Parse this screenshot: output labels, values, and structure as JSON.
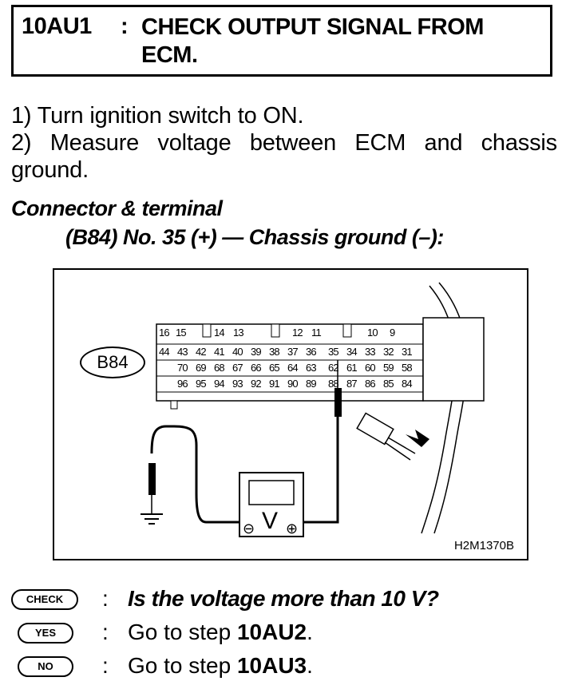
{
  "header": {
    "step_id": "10AU1",
    "colon": ":",
    "title": "CHECK OUTPUT SIGNAL FROM ECM."
  },
  "instructions": {
    "line1": "1) Turn ignition switch to ON.",
    "line2_words": [
      "2)",
      "Measure",
      "voltage",
      "between",
      "ECM",
      "and",
      "chassis"
    ],
    "line2_continuation": "ground."
  },
  "connector": {
    "heading": "Connector & terminal",
    "detail": "(B84) No. 35 (+) — Chassis ground (–):"
  },
  "figure": {
    "connector_label": "B84",
    "figure_code": "H2M1370B",
    "meter_symbol": "V",
    "neg_symbol": "⊖",
    "pos_symbol": "⊕",
    "pins_row1": [
      "16",
      "15",
      "14",
      "13",
      "12",
      "11",
      "10",
      "9"
    ],
    "pins_row2": [
      "44",
      "43",
      "42",
      "41",
      "40",
      "39",
      "38",
      "37",
      "36",
      "35",
      "34",
      "33",
      "32",
      "31"
    ],
    "pins_row3": [
      "70",
      "69",
      "68",
      "67",
      "66",
      "65",
      "64",
      "63",
      "62",
      "61",
      "60",
      "59",
      "58"
    ],
    "pins_row4": [
      "96",
      "95",
      "94",
      "93",
      "92",
      "91",
      "90",
      "89",
      "88",
      "87",
      "86",
      "85",
      "84"
    ]
  },
  "answers": {
    "check": {
      "badge": "CHECK",
      "colon": ":",
      "text": "Is the voltage more than 10 V?"
    },
    "yes": {
      "badge": "YES",
      "colon": ":",
      "prefix": "Go to step ",
      "target": "10AU2",
      "suffix": "."
    },
    "no": {
      "badge": "NO",
      "colon": ":",
      "prefix": "Go to step ",
      "target": "10AU3",
      "suffix": "."
    }
  }
}
